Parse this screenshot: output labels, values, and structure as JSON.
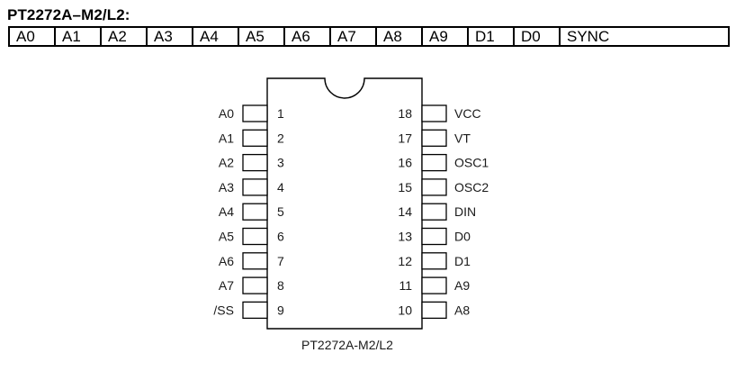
{
  "title": "PT2272A–M2/L2:",
  "code_table": [
    "A0",
    "A1",
    "A2",
    "A3",
    "A4",
    "A5",
    "A6",
    "A7",
    "A8",
    "A9",
    "D1",
    "D0",
    "SYNC"
  ],
  "chip": {
    "name": "PT2272A-M2/L2",
    "left_pins": [
      {
        "num": "1",
        "label": "A0"
      },
      {
        "num": "2",
        "label": "A1"
      },
      {
        "num": "3",
        "label": "A2"
      },
      {
        "num": "4",
        "label": "A3"
      },
      {
        "num": "5",
        "label": "A4"
      },
      {
        "num": "6",
        "label": "A5"
      },
      {
        "num": "7",
        "label": "A6"
      },
      {
        "num": "8",
        "label": "A7"
      },
      {
        "num": "9",
        "label": "/SS"
      }
    ],
    "right_pins": [
      {
        "num": "18",
        "label": "VCC"
      },
      {
        "num": "17",
        "label": "VT"
      },
      {
        "num": "16",
        "label": "OSC1"
      },
      {
        "num": "15",
        "label": "OSC2"
      },
      {
        "num": "14",
        "label": "DIN"
      },
      {
        "num": "13",
        "label": "D0"
      },
      {
        "num": "12",
        "label": "D1"
      },
      {
        "num": "11",
        "label": "A9"
      },
      {
        "num": "10",
        "label": "A8"
      }
    ]
  }
}
